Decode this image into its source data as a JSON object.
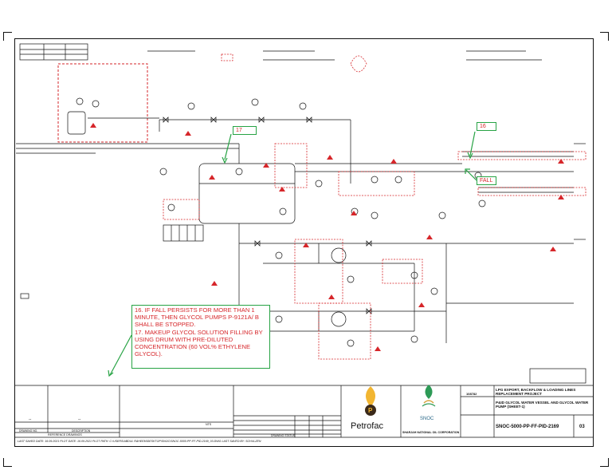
{
  "annotations": {
    "tag_17": "17",
    "tag_16": "16",
    "tag_fall": "FALL",
    "note_16": "16. IF FALL PERSISTS FOR MORE THAN 1 MINUTE, THEN GLYCOL PUMPS P-9121A/ B SHALL BE STOPPED.",
    "note_17": "17. MAKEUP GLYCOL SOLUTION FILLING BY USING DRUM WITH PRE-DILUTED CONCENTRATION (60 VOL% ETHYLENE GLYCOL)."
  },
  "title_block": {
    "company": "Petrofac",
    "client": "SHARJAH NATIONAL OIL CORPORATION",
    "client_short": "SNOC",
    "project_title": "LPG EXPORT, BACKFLOW & LOADING LINES REPLACEMENT PROJECT",
    "drawing_title": "P&ID GLYCOL WATER VESSEL AND GLYCOL WATER PUMP (SHEET-1)",
    "drawing_no": "SNOC-5000-PP-FF-PID-2169",
    "sheet": "03",
    "job_no": "108782",
    "reference_drawings": "REFERENCE DRAWINGS",
    "drawing_no_label": "DRAWING NO.",
    "description_label": "DESCRIPTION",
    "drawing status": "DRAWING STATUS",
    "dash1": "--",
    "dash2": "--",
    "nts": "NTS"
  },
  "footer": {
    "text": "LAST SAVED DATE: 16.09.2021  PLOT DATE: 16.09.2021  PLOT PATH: C:\\USERS\\ABDUL RAHEEM\\DESKTOP\\SNOC\\SNOC-5000-PP-FF-PID-2169_03.DWG  LAST SAVED BY: SCHULZEN"
  }
}
